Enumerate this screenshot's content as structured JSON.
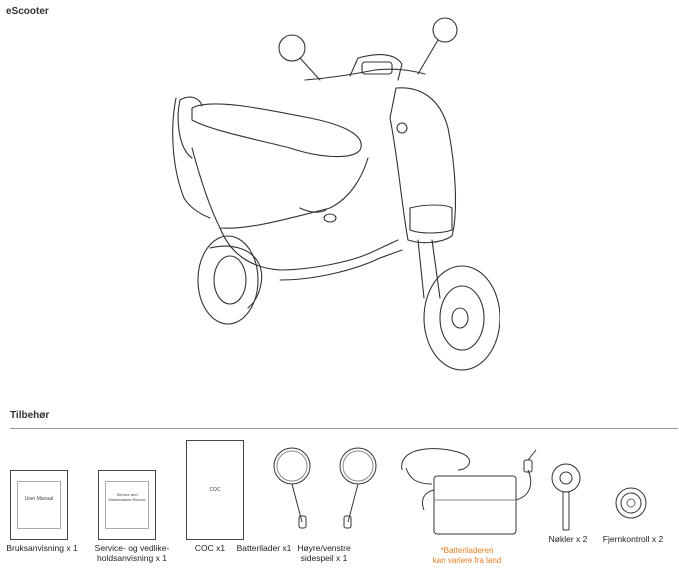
{
  "heading": "eScooter",
  "accessories_heading": "Tilbehør",
  "booklets": {
    "user_manual": "User Manual",
    "service_record": "Service and Maintenance Record",
    "coc": "COC"
  },
  "captions": {
    "user_manual": "Bruksanvisning x 1",
    "service_line1": "Service- og vedlike-",
    "service_line2": "holdsanvisning x 1",
    "coc": "COC x1",
    "charger": "Batterilader x1",
    "mirrors_line1": "Høyre/venstre",
    "mirrors_line2": "sidespeil x 1",
    "keys": "Nøkler x 2",
    "remote": "Fjernkontroll x 2"
  },
  "note": {
    "line1": "*Batteriladeren",
    "line2": "kan variere fra land"
  },
  "colors": {
    "note": "#e67e22",
    "line": "#333333"
  }
}
